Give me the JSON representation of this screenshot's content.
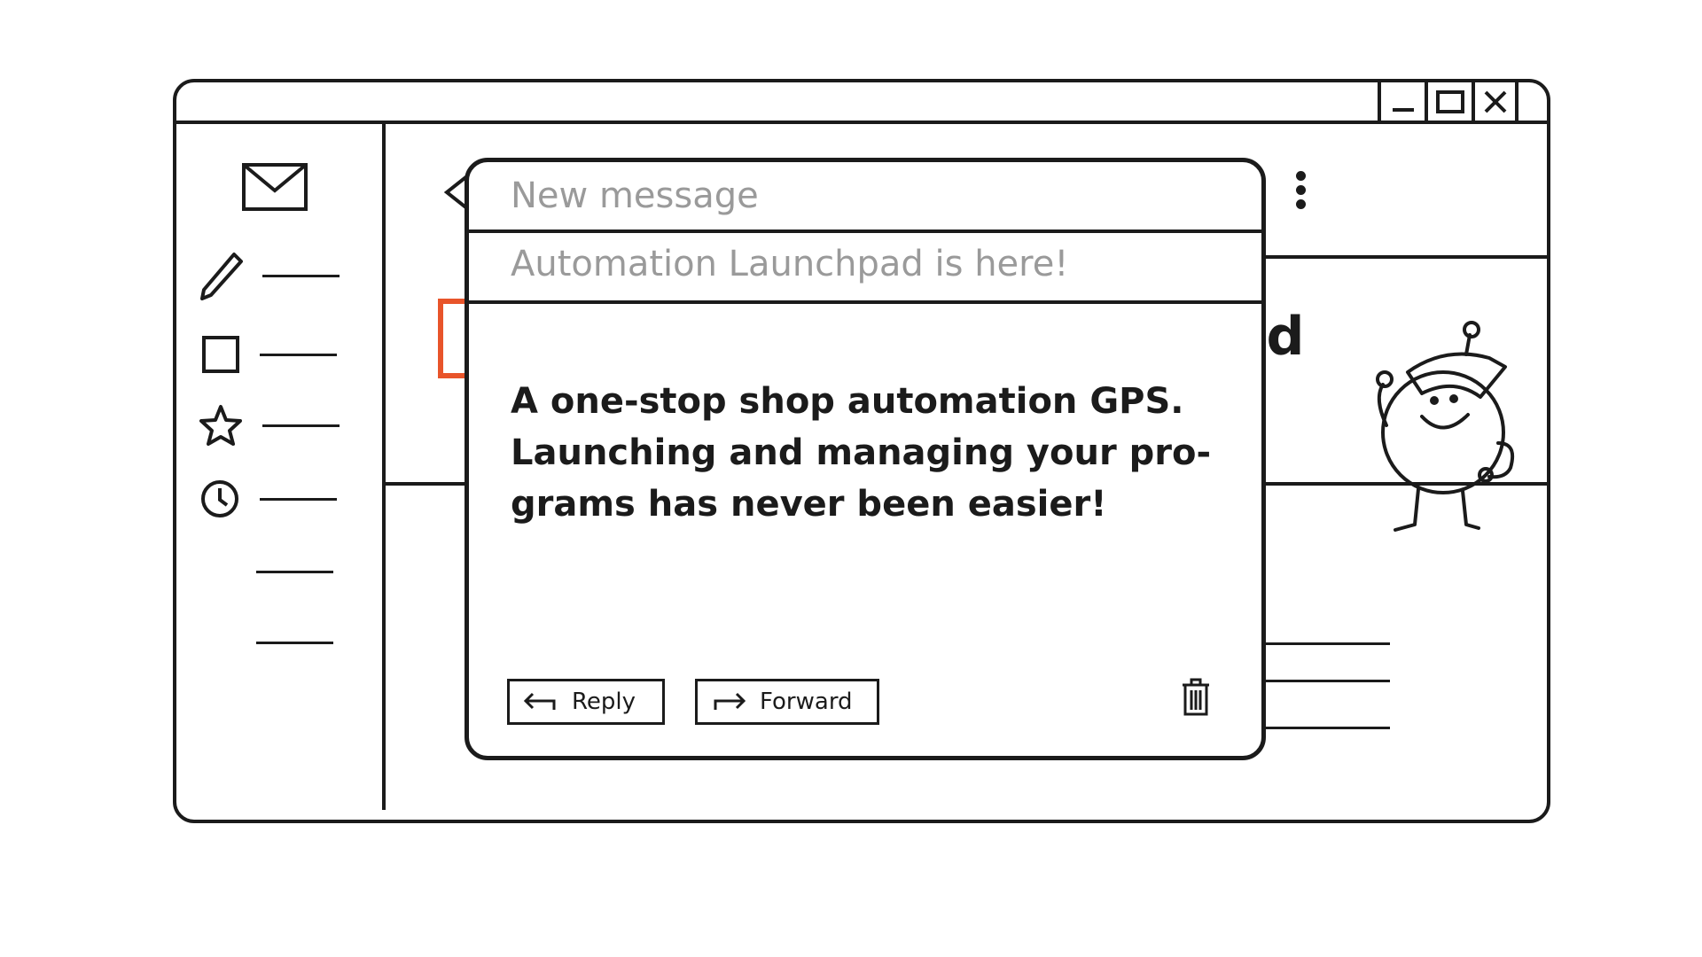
{
  "window": {
    "controls": [
      {
        "name": "minimize",
        "icon": "minimize-icon"
      },
      {
        "name": "maximize",
        "icon": "maximize-icon"
      },
      {
        "name": "close",
        "icon": "close-icon"
      }
    ]
  },
  "sidebar": {
    "logo_icon": "envelope-icon",
    "items": [
      {
        "icon": "pencil-icon"
      },
      {
        "icon": "square-icon"
      },
      {
        "icon": "star-icon"
      },
      {
        "icon": "clock-icon"
      },
      {
        "icon": ""
      },
      {
        "icon": ""
      }
    ]
  },
  "background": {
    "logo_text_fragment": "ad",
    "logo_color": "#e8542a",
    "menu_icon": "kebab-icon"
  },
  "popup": {
    "title": "New message",
    "subject": "Automation Launchpad is here!",
    "body_lines": [
      "A one-stop shop automation GPS.",
      "Launching and managing your pro-",
      "grams has never been easier!"
    ],
    "reply_label": "Reply",
    "forward_label": "Forward",
    "delete_icon": "trash-icon"
  }
}
